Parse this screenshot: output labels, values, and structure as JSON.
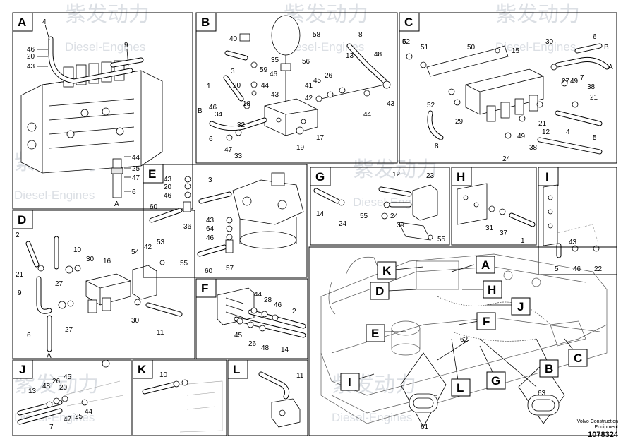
{
  "watermark": {
    "cn": "紫发动力",
    "en": "Diesel-Engines"
  },
  "panels": {
    "A": {
      "letter": "A",
      "callouts": [
        "4",
        "46",
        "20",
        "43",
        "9",
        "44",
        "25",
        "47",
        "6"
      ],
      "arrow": "A"
    },
    "B": {
      "letter": "B",
      "callouts": [
        "40",
        "58",
        "8",
        "35",
        "56",
        "13",
        "48",
        "3",
        "59",
        "46",
        "26",
        "1",
        "20",
        "44",
        "41",
        "45",
        "43",
        "42",
        "18",
        "B",
        "46",
        "34",
        "44",
        "32",
        "43",
        "17",
        "6",
        "47",
        "33",
        "19"
      ]
    },
    "C": {
      "letter": "C",
      "callouts": [
        "6",
        "52",
        "51",
        "50",
        "15",
        "30",
        "49",
        "27",
        "7",
        "38",
        "21",
        "52",
        "29",
        "21",
        "49",
        "4",
        "5",
        "8",
        "24",
        "38",
        "12"
      ],
      "arrows": [
        "A",
        "B"
      ]
    },
    "D": {
      "letter": "D",
      "callouts": [
        "2",
        "10",
        "54",
        "42",
        "53",
        "16",
        "30",
        "21",
        "55",
        "9",
        "27",
        "30",
        "27",
        "6",
        "11"
      ],
      "arrow": "A"
    },
    "E": {
      "letter": "E",
      "callouts": [
        "43",
        "20",
        "46",
        "3",
        "60",
        "36",
        "43",
        "64",
        "46",
        "60",
        "57"
      ]
    },
    "F": {
      "letter": "F",
      "callouts": [
        "44",
        "28",
        "46",
        "2",
        "45",
        "26",
        "48",
        "14"
      ]
    },
    "G": {
      "letter": "G",
      "callouts": [
        "12",
        "23",
        "14",
        "24",
        "55",
        "24",
        "39",
        "55"
      ]
    },
    "H": {
      "letter": "H",
      "callouts": [
        "31",
        "37",
        "1"
      ]
    },
    "I": {
      "letter": "I",
      "callouts": [
        "43",
        "5",
        "46",
        "22"
      ]
    },
    "J": {
      "letter": "J",
      "callouts": [
        "13",
        "48",
        "26",
        "45",
        "20",
        "44",
        "47",
        "25",
        "7"
      ]
    },
    "K": {
      "letter": "K",
      "callouts": [
        "10"
      ]
    },
    "L": {
      "letter": "L",
      "callouts": [
        "11"
      ]
    }
  },
  "overview": {
    "pointers": [
      "A",
      "K",
      "D",
      "H",
      "J",
      "E",
      "F",
      "B",
      "C",
      "I",
      "L",
      "G"
    ],
    "callouts": [
      "62",
      "63",
      "61"
    ]
  },
  "footer": {
    "manufacturer_line1": "Volvo Construction",
    "manufacturer_line2": "Equipment",
    "doc_number": "1078324"
  }
}
